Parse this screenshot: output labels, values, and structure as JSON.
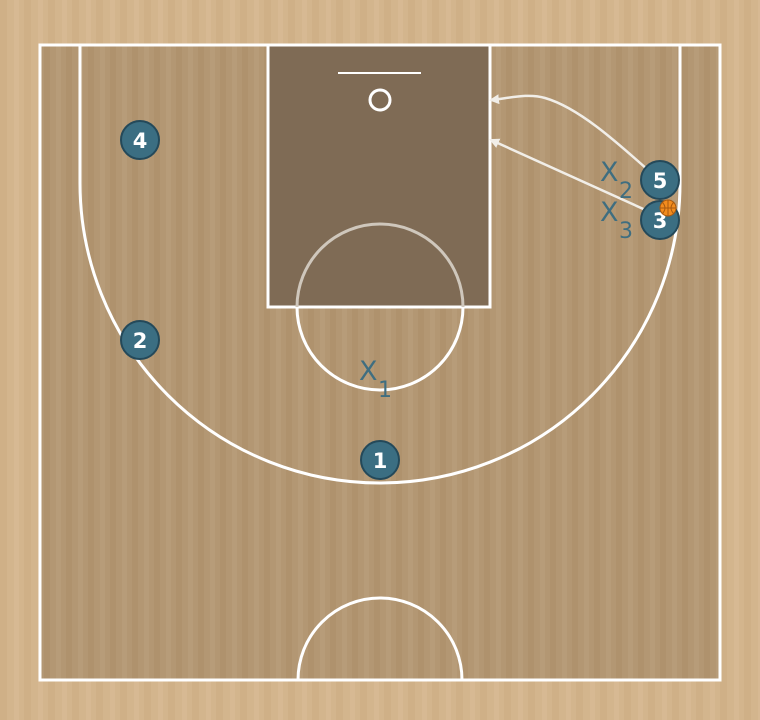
{
  "colors": {
    "floor_outer": "#d3b58d",
    "floor_inner": "#b39773",
    "paint": "#7f6b55",
    "lines": "#ffffff",
    "player_fill": "#3b6e82",
    "player_stroke": "#24495a",
    "defender_text": "#3f6e80",
    "arrow": "#f1eee8",
    "ball": "#f28c1e"
  },
  "offense": [
    {
      "id": "player-1",
      "label": "1"
    },
    {
      "id": "player-2",
      "label": "2"
    },
    {
      "id": "player-3",
      "label": "3"
    },
    {
      "id": "player-4",
      "label": "4"
    },
    {
      "id": "player-5",
      "label": "5"
    }
  ],
  "defense": [
    {
      "id": "defender-1",
      "letter": "X",
      "sub": "1"
    },
    {
      "id": "defender-2",
      "letter": "X",
      "sub": "2"
    },
    {
      "id": "defender-3",
      "letter": "X",
      "sub": "3"
    }
  ],
  "ball_holder": "3"
}
